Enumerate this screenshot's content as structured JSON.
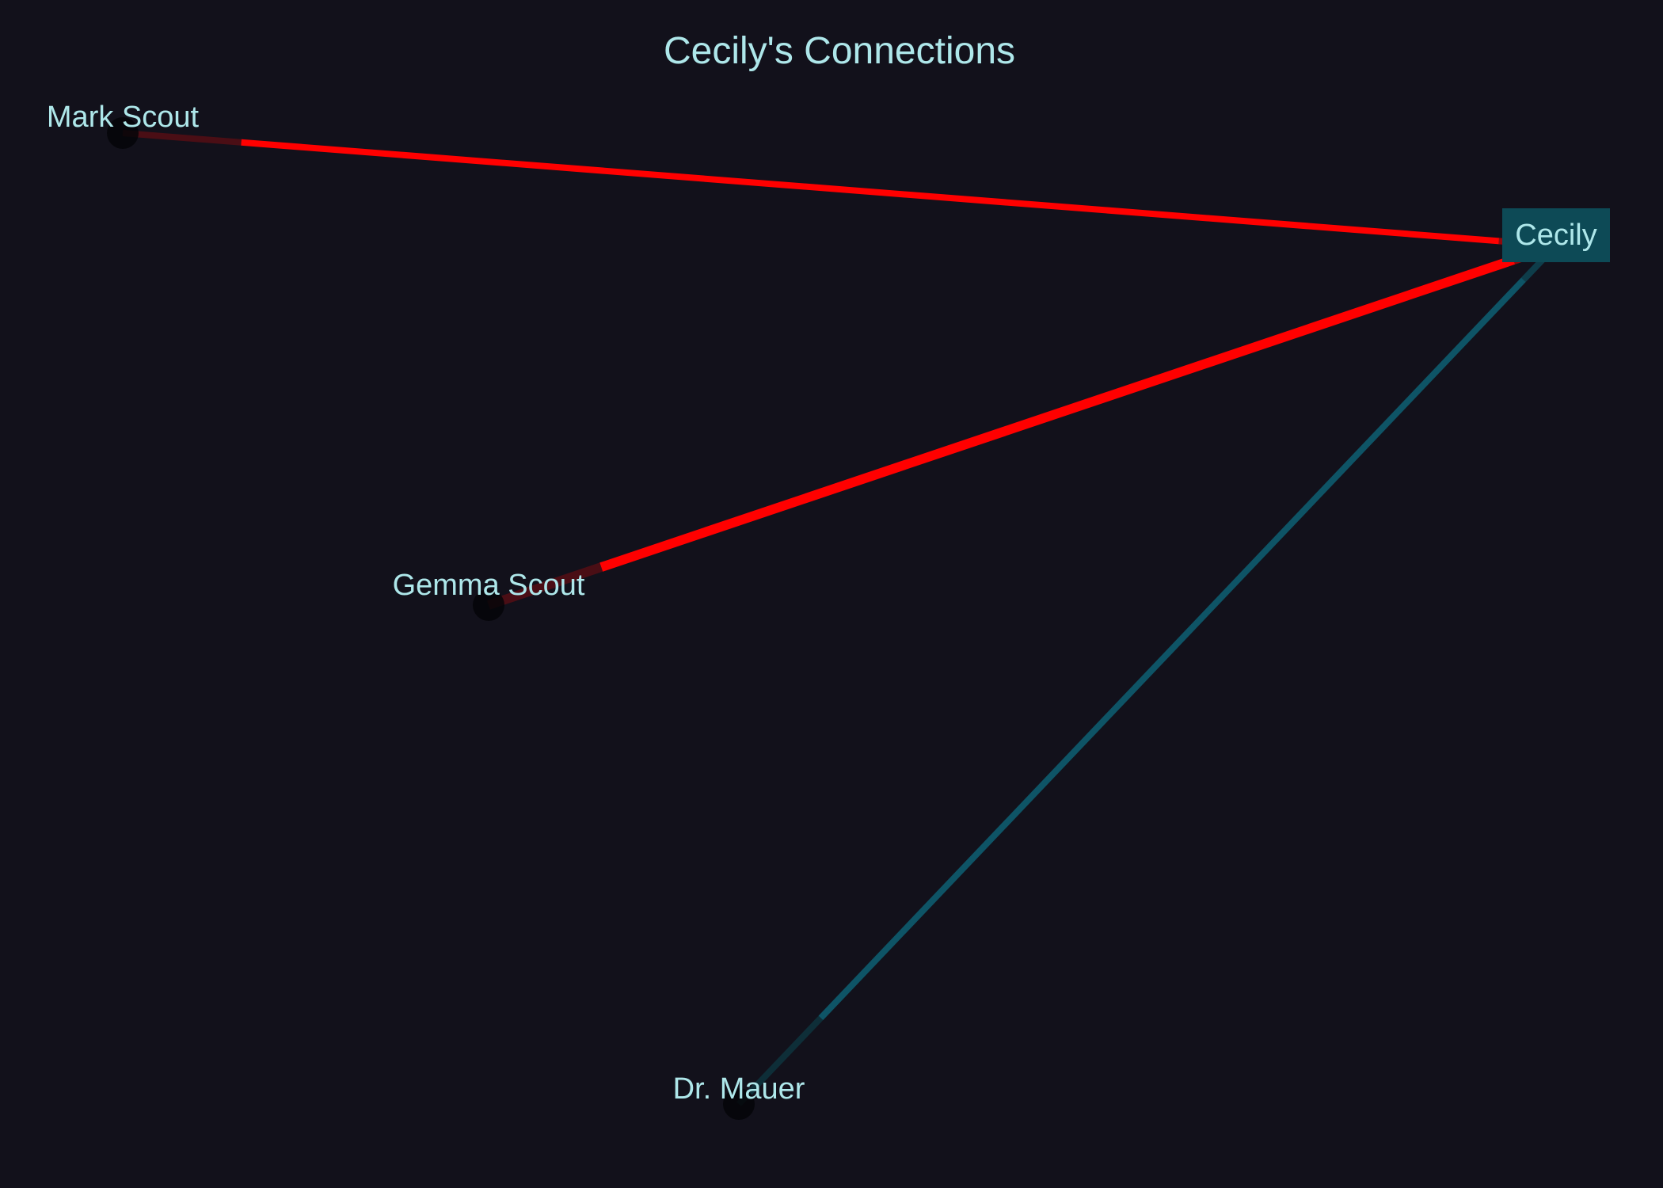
{
  "title": "Cecily's Connections",
  "colors": {
    "background": "#12111b",
    "label_text": "#aee7ea",
    "center_label_box": "#0d4a56",
    "node_fill": "#050508",
    "edge_strong": "#ff0000",
    "edge_neutral": "#0e5466",
    "edge_fade_dark_red": "#4a0e15",
    "edge_fade_dark_teal": "#0e2e38"
  },
  "center": "Cecily",
  "nodes": [
    {
      "id": "cecily",
      "label": "Cecily",
      "highlighted": true
    },
    {
      "id": "mark",
      "label": "Mark Scout",
      "highlighted": false
    },
    {
      "id": "gemma",
      "label": "Gemma Scout",
      "highlighted": false
    },
    {
      "id": "mauer",
      "label": "Dr. Mauer",
      "highlighted": false
    }
  ],
  "edges": [
    {
      "from": "mark",
      "to": "cecily",
      "color": "edge_strong"
    },
    {
      "from": "gemma",
      "to": "cecily",
      "color": "edge_strong"
    },
    {
      "from": "mauer",
      "to": "cecily",
      "color": "edge_neutral"
    }
  ]
}
